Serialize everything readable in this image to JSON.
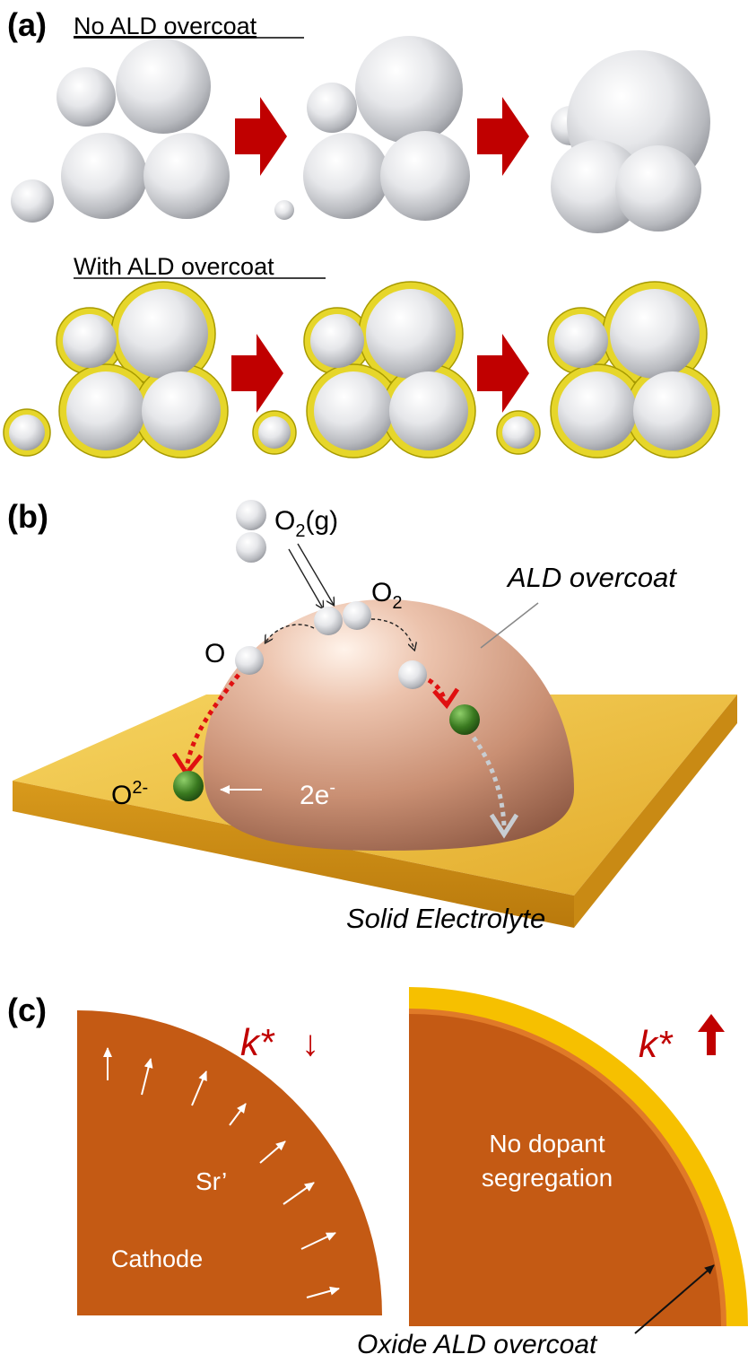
{
  "panel_a": {
    "label": "(a)",
    "row1_title": "No ALD overcoat",
    "row2_title": "With ALD overcoat"
  },
  "panel_b": {
    "label": "(b)",
    "o2_gas_main": "O",
    "o2_gas_sub": "2",
    "o2_gas_suffix": "(g)",
    "o2_adsorbed_main": "O",
    "o2_adsorbed_sub": "2",
    "o_atom": "O",
    "oxide_ion_main": "O",
    "oxide_ion_sup": "2-",
    "electrons_main": "2e",
    "electrons_sup": "-",
    "overcoat_label": "ALD overcoat",
    "electrolyte_label": "Solid Electrolyte"
  },
  "panel_c": {
    "label": "(c)",
    "left_k_label": "k*",
    "left_k_arrow": "↓",
    "right_k_label": "k*",
    "right_k_arrow": "↑",
    "dopant_label": "Sr’",
    "cathode_label": "Cathode",
    "no_segregation_line1": "No dopant",
    "no_segregation_line2": "segregation",
    "oxide_overcoat_label": "Oxide ALD overcoat"
  },
  "colors": {
    "arrow_red": "#c00000",
    "sphere_gray": "#c9cbd0",
    "ald_yellow": "#e6d62a",
    "cathode_orange": "#c45a14",
    "overcoat_yellow": "#f6c000",
    "dome_copper": "#d9a084",
    "substrate_gold": "#e9b83a",
    "oxygen_green": "#3a7a20",
    "k_red": "#c00000"
  }
}
